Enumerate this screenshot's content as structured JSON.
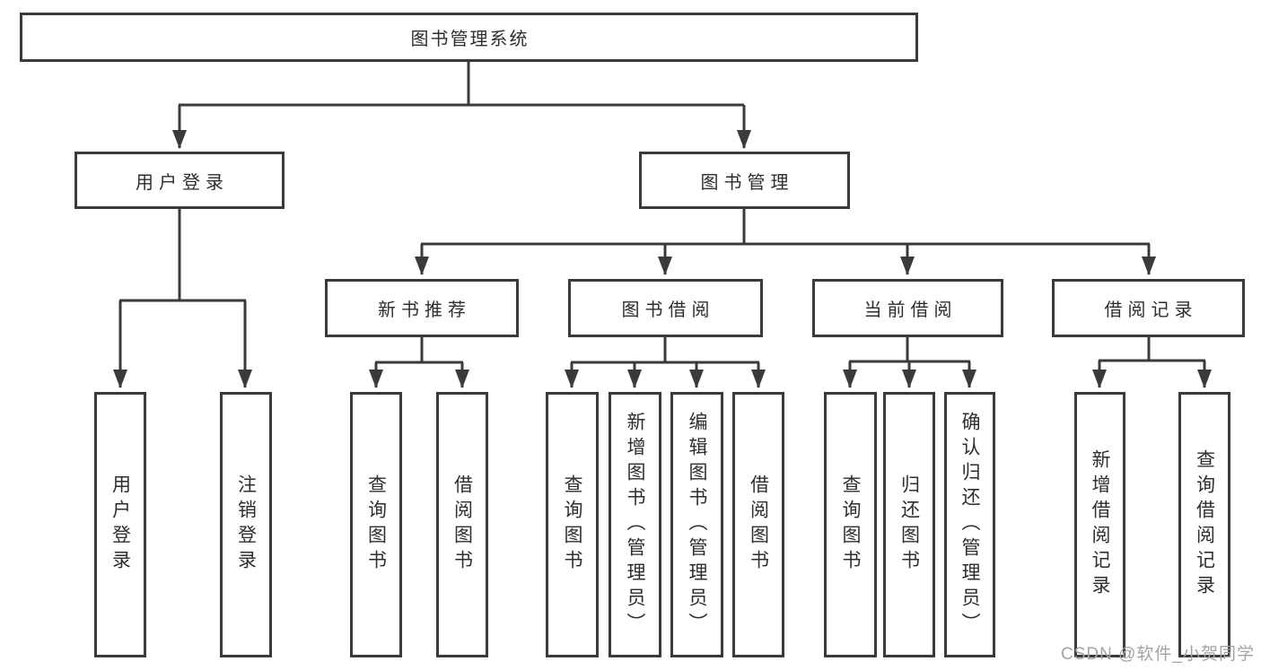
{
  "diagram": {
    "title": "图书管理系统",
    "type": "hierarchy-diagram"
  },
  "nodes": {
    "root": {
      "label": "图书管理系统"
    },
    "user_login": {
      "label": "用户登录"
    },
    "book_management": {
      "label": "图书管理"
    },
    "new_book_recommend": {
      "label": "新书推荐"
    },
    "book_borrowing": {
      "label": "图书借阅"
    },
    "current_borrowing": {
      "label": "当前借阅"
    },
    "borrowing_records": {
      "label": "借阅记录"
    },
    "ul_user_login": {
      "label": "用户登录"
    },
    "ul_logout": {
      "label": "注销登录"
    },
    "nbr_query_books": {
      "label": "查询图书"
    },
    "nbr_borrow_books": {
      "label": "借阅图书"
    },
    "bb_query_books": {
      "label": "查询图书"
    },
    "bb_add_books": {
      "label": "新增图书（管理员）"
    },
    "bb_edit_books": {
      "label": "编辑图书（管理员）"
    },
    "bb_borrow_books": {
      "label": "借阅图书"
    },
    "cb_query_books": {
      "label": "查询图书"
    },
    "cb_return_books": {
      "label": "归还图书"
    },
    "cb_confirm_return": {
      "label": "确认归还（管理员）"
    },
    "br_add_record": {
      "label": "新增借阅记录"
    },
    "br_query_record": {
      "label": "查询借阅记录"
    }
  },
  "watermark": {
    "text": "CSDN @软件_小贺同学"
  },
  "colors": {
    "line": "#3a3a3a",
    "box_border": "#3a3a3a",
    "box_fill": "#ffffff",
    "text": "#2e2e2e",
    "watermark": "#a3a3a3",
    "background": "#ffffff"
  }
}
